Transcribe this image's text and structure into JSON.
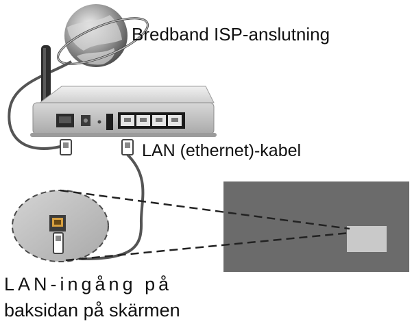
{
  "labels": {
    "isp_connection": "Bredband ISP-anslutning",
    "lan_cable": "LAN (ethernet)-kabel",
    "lan_input_line1": "LAN-ingång på",
    "lan_input_line2": "baksidan på skärmen"
  },
  "colors": {
    "background": "#ffffff",
    "tv_panel": "#6b6b6b",
    "tv_port_area": "#c9c9c9",
    "zoom_ellipse": "#c4c4c4",
    "router_body": "#d6d6d6",
    "cable": "#555555"
  },
  "icons": [
    "globe-icon",
    "router-icon",
    "antenna-icon",
    "ethernet-plug-icon",
    "tv-icon",
    "lan-port-icon"
  ]
}
